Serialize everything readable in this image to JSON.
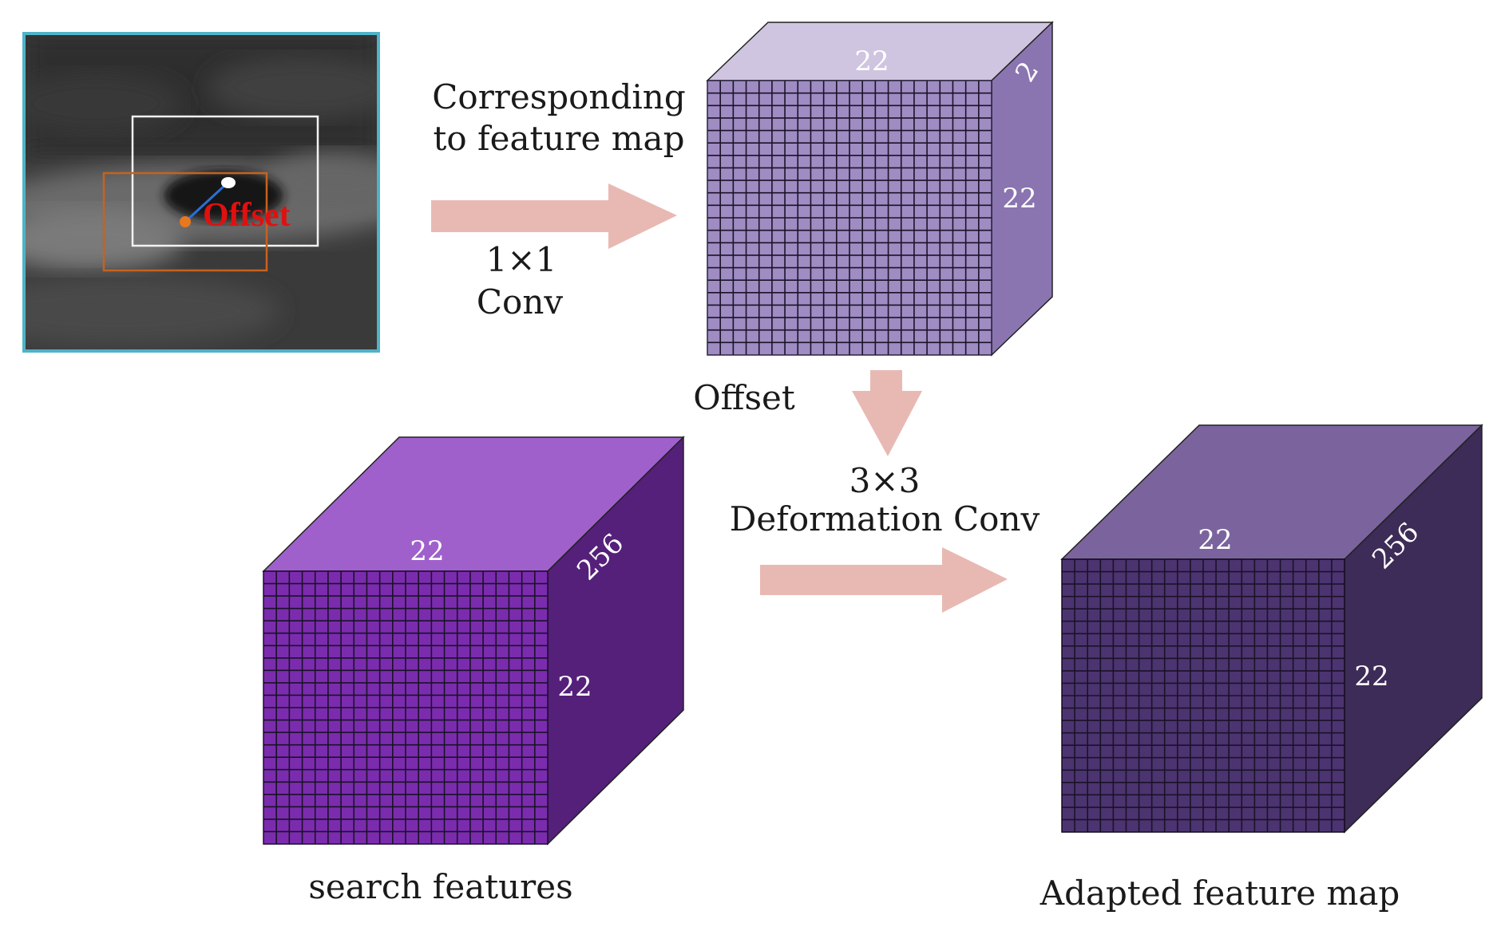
{
  "input_image": {
    "offset_label": "Offset",
    "colors": {
      "frame": "#4fb3c9",
      "white_box": "#f2f2f2",
      "orange_box": "#c8621e",
      "offset_text": "#e01010",
      "offset_line": "#2a6fd6",
      "orange_dot": "#e8781e"
    }
  },
  "labels": {
    "corresponding_line1": "Corresponding",
    "corresponding_line2": "to feature map",
    "conv1_line1": "1×1",
    "conv1_line2": "Conv",
    "offset": "Offset",
    "deform_line1": "3×3",
    "deform_line2": "Deformation Conv",
    "search_features": "search features",
    "adapted_feature_map": "Adapted feature map"
  },
  "cubes": {
    "offset_map": {
      "top_dim": "22",
      "depth_dim": "2",
      "height_dim": "22",
      "grid": 22,
      "colors": {
        "front": "#9f8cc2",
        "top": "#cfc5e0",
        "side": "#8a75b0"
      }
    },
    "search_features": {
      "top_dim": "22",
      "depth_dim": "256",
      "height_dim": "22",
      "grid": 22,
      "colors": {
        "front": "#7b2cae",
        "top": "#a060cc",
        "side": "#55207a"
      }
    },
    "adapted_feature_map": {
      "top_dim": "22",
      "depth_dim": "256",
      "height_dim": "22",
      "grid": 22,
      "colors": {
        "front": "#4c3470",
        "top": "#7b649d",
        "side": "#3d2b58"
      }
    }
  },
  "arrow_color": "#e8b9b3"
}
